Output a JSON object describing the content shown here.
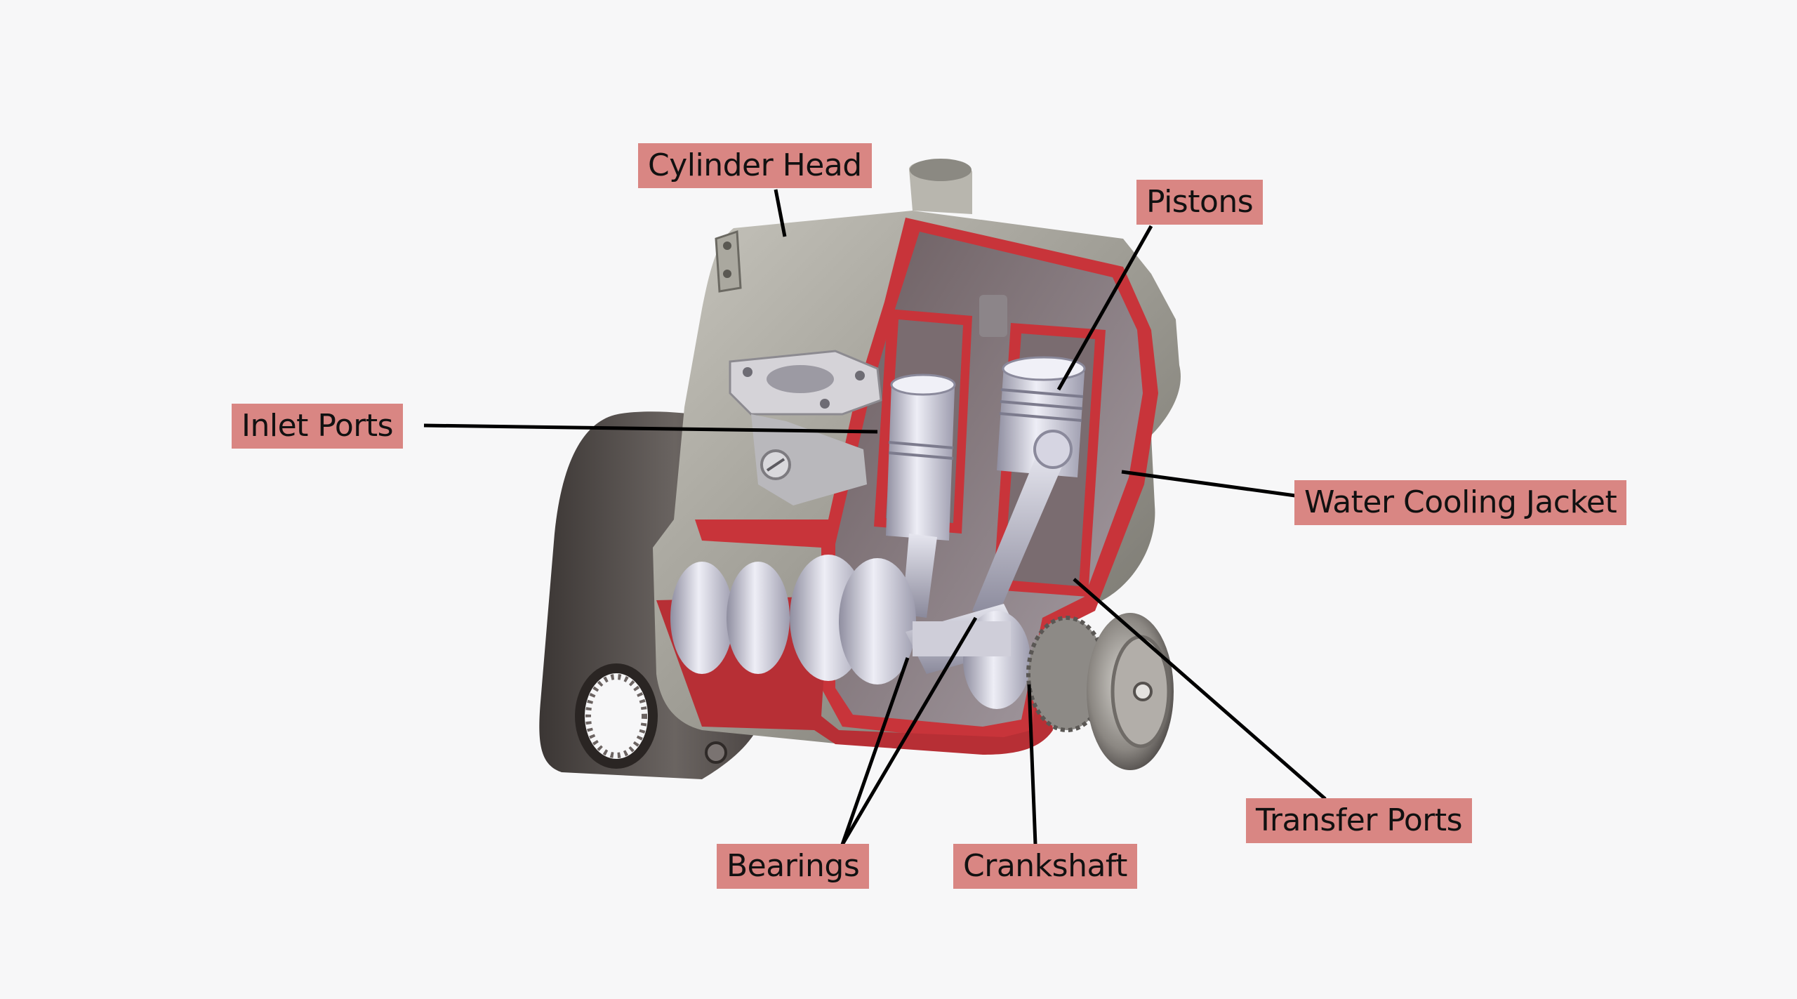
{
  "colors": {
    "background": "#f7f7f8",
    "label_background": "#d98683",
    "leader_line": "#000000",
    "cutaway_red": "#c8343a",
    "casing_grey": "#9c9a92",
    "internal_silver": "#c9c8d6"
  },
  "labels": {
    "cylinder_head": "Cylinder Head",
    "pistons": "Pistons",
    "inlet_ports": "Inlet Ports",
    "water_cooling_jacket": "Water Cooling Jacket",
    "transfer_ports": "Transfer Ports",
    "bearings": "Bearings",
    "crankshaft": "Crankshaft"
  }
}
